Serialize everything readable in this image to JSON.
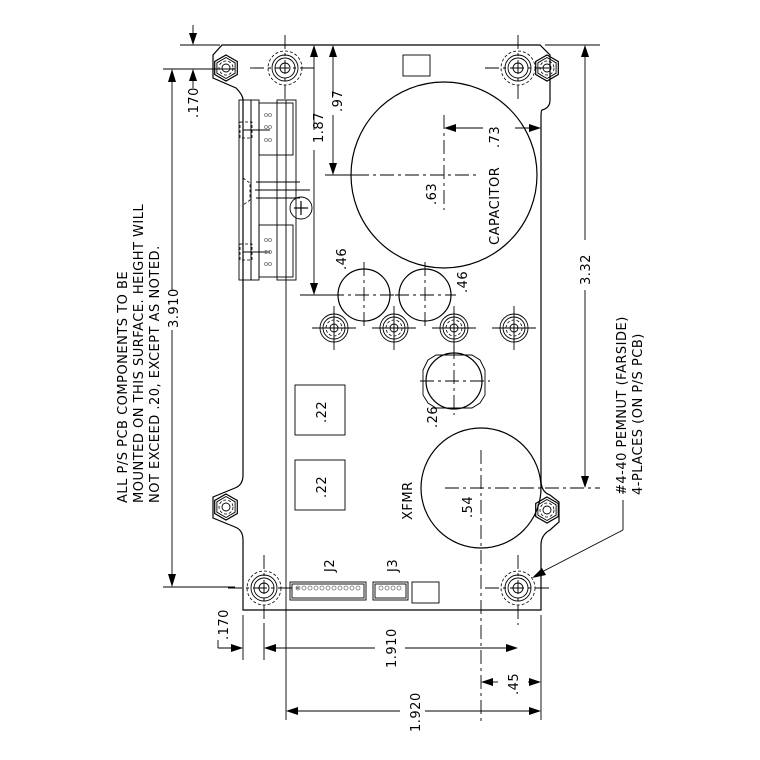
{
  "drawing": {
    "title_note": {
      "line1": "ALL P/S PCB COMPONENTS TO BE",
      "line2": "MOUNTED ON THIS SURFACE. HEIGHT WILL",
      "line3": "NOT EXCEED .20, EXCEPT AS NOTED."
    },
    "pemnut_note": {
      "line1": "#4-40 PEMNUT (FARSIDE)",
      "line2": "4-PLACES (ON P/S PCB)"
    },
    "dimensions": {
      "overall_height": "3.910",
      "top_offset": ".170",
      "connector_span": "1.87",
      "capacitor_center_offset": ".97",
      "mounting_height": "3.32",
      "bottom_offset": ".170",
      "hole_spacing": "1.910",
      "board_width": "1.920",
      "xfmr_offset": ".45"
    },
    "components": {
      "capacitor_label": "CAPACITOR",
      "capacitor_height": ".63",
      "capacitor_edge_dim": ".73",
      "cap_small_1_height": ".46",
      "cap_small_2_height": ".46",
      "inductor_height": ".26",
      "block_1_height": ".22",
      "block_2_height": ".22",
      "xfmr_label": "XFMR",
      "xfmr_height": ".54",
      "connector_j2": "J2",
      "connector_j3": "J3"
    }
  }
}
